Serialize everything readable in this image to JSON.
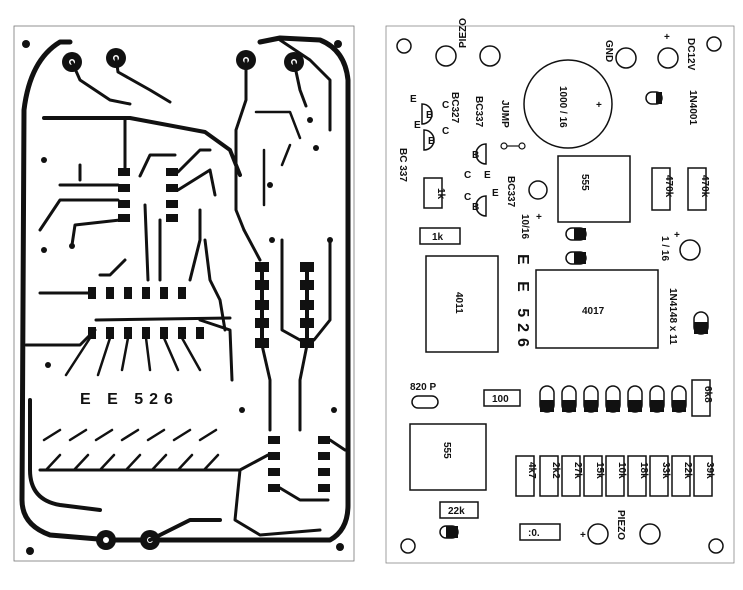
{
  "pcb": {
    "board_code": "E E 526"
  },
  "layout": {
    "board_code": "E E 526",
    "labels": {
      "piezo_top": "PIEZO",
      "gnd": "GND",
      "dc12v": "DC12V",
      "plus_top": "+",
      "cap_1000": "1000 / 16",
      "cap_plus": "+",
      "diode_1n4001": "1N4001",
      "jump": "JUMP",
      "bc337_a": "BC337",
      "bc337_b": "BC337",
      "bc337_c": "BC 337",
      "bc327": "BC327",
      "e_left": "E",
      "b_left": "B",
      "c_left": "C",
      "r_1k_a": "1k",
      "r_1k_b": "1k",
      "ic_555_top": "555",
      "r_470k_a": "470k",
      "r_470k_b": "470k",
      "cap_10_16": "10/16",
      "cap_1_16": "1 / 16",
      "ic_4011": "4011",
      "ic_4017": "4017",
      "diode_1n4148": "1N4148 x 11",
      "cap_820p": "820 P",
      "r_100": "100",
      "r_6k8": "6k8",
      "ic_555_bottom": "555",
      "r_4k7": "4k7",
      "r_2k2": "2k2",
      "r_27k": "27k",
      "r_15k": "15k",
      "r_10k": "10k",
      "r_18k": "18k",
      "r_33k": "33k",
      "r_22k_a": "22k",
      "r_39k": "39k",
      "r_22k_b": "22k",
      "cap_10": ":0.",
      "piezo_bottom": "PIEZO",
      "plus_bottom": "+"
    }
  }
}
